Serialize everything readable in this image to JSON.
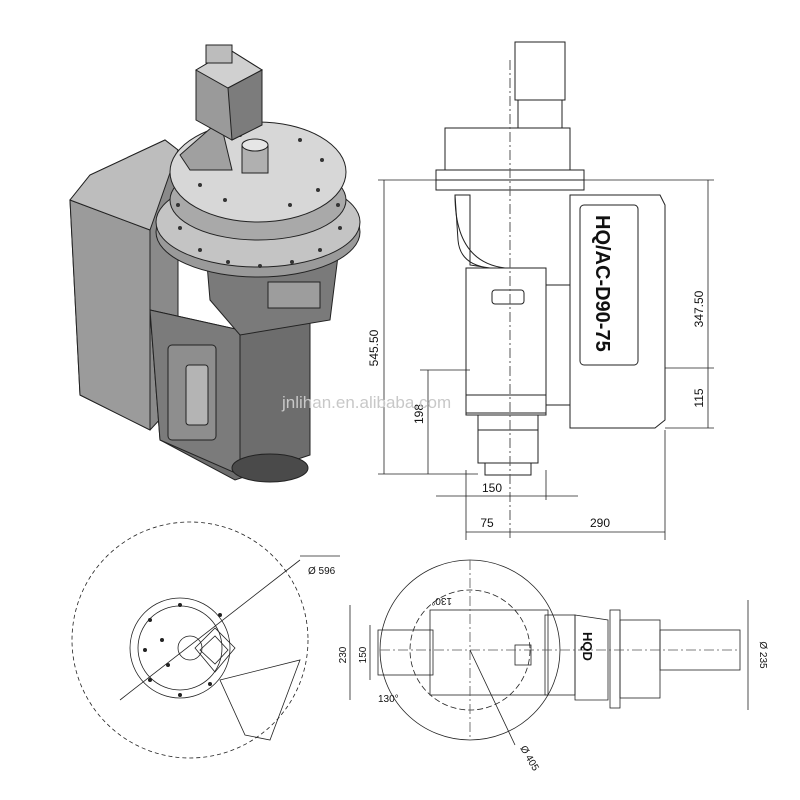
{
  "watermark": "jnlihan.en.alibaba.com",
  "side_view": {
    "model_plate": "HQ/AC-D90-75",
    "dims": {
      "overall_height": "545.50",
      "right_height": "347.50",
      "right_lower": "115",
      "left_lower": "198",
      "spindle_width": "150",
      "left_offset": "75",
      "right_width": "290"
    }
  },
  "top_view": {
    "brand": "HQD",
    "dims": {
      "bore_dia": "Ø 235",
      "outer_dia": "Ø 405",
      "width_outer": "230",
      "width_inner": "150",
      "angle_top": "130°",
      "angle_bottom": "130°"
    }
  },
  "swing_view": {
    "swing_dia": "Ø 596"
  }
}
